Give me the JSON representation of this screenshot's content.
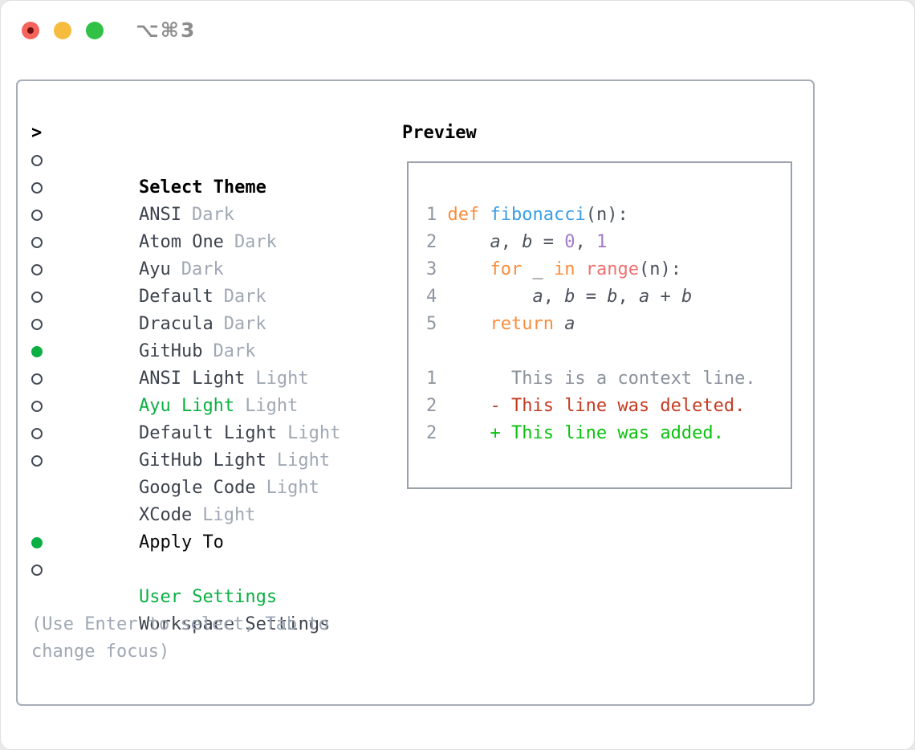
{
  "window": {
    "title": "⌥⌘3"
  },
  "colors": {
    "selected_green": "#0caf43",
    "added_green": "#0bc20f",
    "deleted_red": "#c53b22",
    "keyword_orange": "#fa8d3e",
    "function_blue": "#399ee6",
    "constant_purple": "#a37acc",
    "call_coral": "#f07171",
    "dim_gray": "#9fa8b4",
    "text_dark": "#3c434e",
    "traffic_red": "#f4645c",
    "traffic_yellow": "#f6bc3e",
    "traffic_green": "#30c146"
  },
  "theme_picker": {
    "header_marker": ">",
    "header": "Select Theme",
    "items": [
      {
        "name": "ANSI",
        "variant": "Dark",
        "selected": false
      },
      {
        "name": "Atom One",
        "variant": "Dark",
        "selected": false
      },
      {
        "name": "Ayu",
        "variant": "Dark",
        "selected": false
      },
      {
        "name": "Default",
        "variant": "Dark",
        "selected": false
      },
      {
        "name": "Dracula",
        "variant": "Dark",
        "selected": false
      },
      {
        "name": "GitHub",
        "variant": "Dark",
        "selected": false
      },
      {
        "name": "ANSI Light",
        "variant": "Light",
        "selected": false
      },
      {
        "name": "Ayu Light",
        "variant": "Light",
        "selected": true
      },
      {
        "name": "Default Light",
        "variant": "Light",
        "selected": false
      },
      {
        "name": "GitHub Light",
        "variant": "Light",
        "selected": false
      },
      {
        "name": "Google Code",
        "variant": "Light",
        "selected": false
      },
      {
        "name": "XCode",
        "variant": "Light",
        "selected": false
      }
    ]
  },
  "apply_to": {
    "header": "Apply To",
    "options": [
      {
        "label": "User Settings",
        "selected": true
      },
      {
        "label": "Workspace Settings",
        "selected": false
      }
    ]
  },
  "hint": {
    "line1": "(Use Enter to select, Tab to",
    "line2": "change focus)"
  },
  "preview": {
    "title": "Preview",
    "code_lines": [
      {
        "tokens": [
          {
            "c": "n",
            "t": "1 "
          },
          {
            "c": "k",
            "t": "def "
          },
          {
            "c": "f",
            "t": "fibonacci"
          },
          {
            "c": "p",
            "t": "(n):"
          }
        ]
      },
      {
        "tokens": [
          {
            "c": "n",
            "t": "2"
          },
          {
            "c": "p",
            "t": "     "
          },
          {
            "c": "v",
            "t": "a"
          },
          {
            "c": "p",
            "t": ", "
          },
          {
            "c": "v",
            "t": "b"
          },
          {
            "c": "p",
            "t": " = "
          },
          {
            "c": "c",
            "t": "0"
          },
          {
            "c": "p",
            "t": ", "
          },
          {
            "c": "c",
            "t": "1"
          }
        ]
      },
      {
        "tokens": [
          {
            "c": "n",
            "t": "3"
          },
          {
            "c": "p",
            "t": "     "
          },
          {
            "c": "k",
            "t": "for "
          },
          {
            "c": "p",
            "t": "_ "
          },
          {
            "c": "k",
            "t": "in "
          },
          {
            "c": "r",
            "t": "range"
          },
          {
            "c": "p",
            "t": "(n):"
          }
        ]
      },
      {
        "tokens": [
          {
            "c": "n",
            "t": "4"
          },
          {
            "c": "p",
            "t": "         "
          },
          {
            "c": "v",
            "t": "a"
          },
          {
            "c": "p",
            "t": ", "
          },
          {
            "c": "v",
            "t": "b"
          },
          {
            "c": "p",
            "t": " = "
          },
          {
            "c": "v",
            "t": "b"
          },
          {
            "c": "p",
            "t": ", "
          },
          {
            "c": "v",
            "t": "a"
          },
          {
            "c": "p",
            "t": " + "
          },
          {
            "c": "v",
            "t": "b"
          }
        ]
      },
      {
        "tokens": [
          {
            "c": "n",
            "t": "5"
          },
          {
            "c": "p",
            "t": "     "
          },
          {
            "c": "k",
            "t": "return "
          },
          {
            "c": "v",
            "t": "a"
          }
        ]
      },
      {
        "tokens": []
      },
      {
        "tokens": [
          {
            "c": "n",
            "t": "1"
          },
          {
            "c": "x",
            "t": "       This is a context line."
          }
        ]
      },
      {
        "tokens": [
          {
            "c": "n",
            "t": "2"
          },
          {
            "c": "d",
            "t": "     - This line was deleted."
          }
        ]
      },
      {
        "tokens": [
          {
            "c": "n",
            "t": "2"
          },
          {
            "c": "a",
            "t": "     + This line was added."
          }
        ]
      }
    ]
  }
}
